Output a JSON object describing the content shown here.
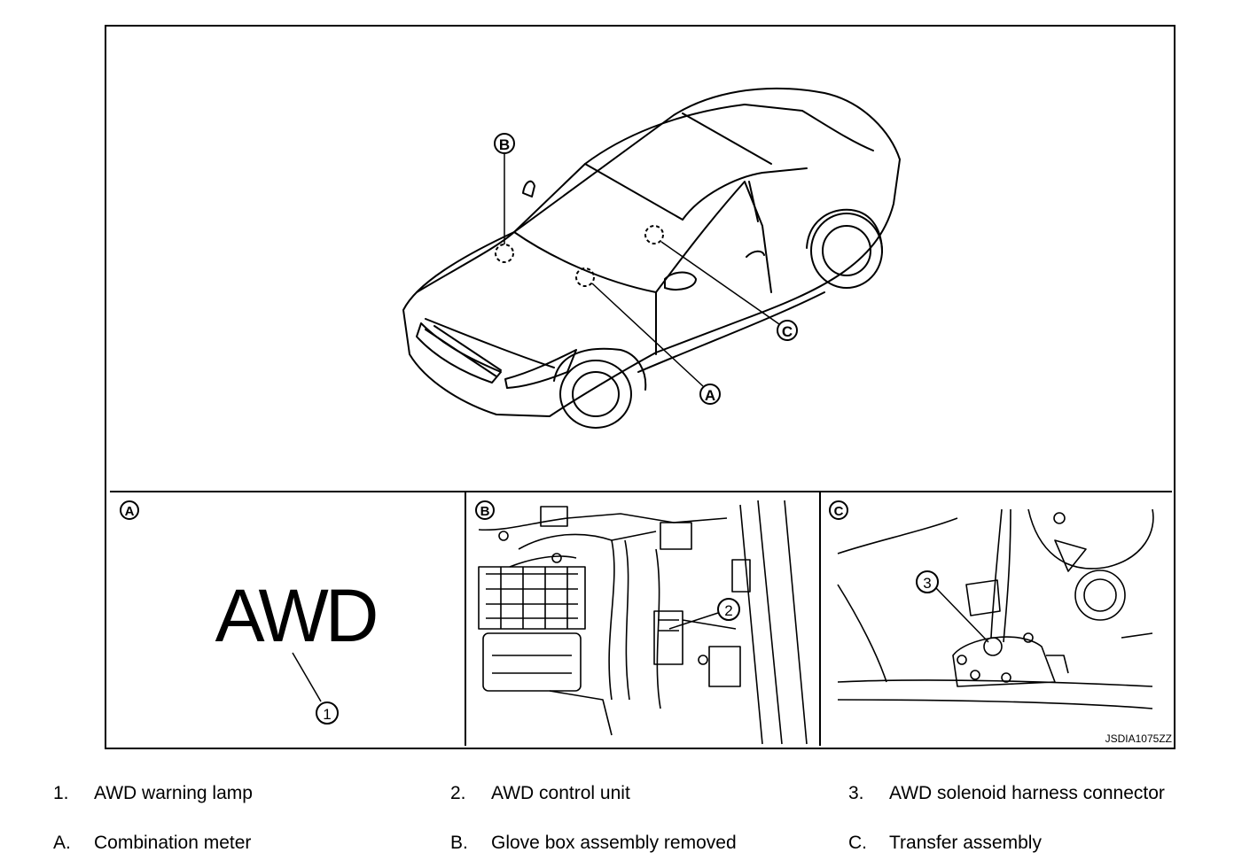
{
  "callouts": {
    "main_A": "A",
    "main_B": "B",
    "main_C": "C",
    "panel_A": "A",
    "panel_B": "B",
    "panel_C": "C",
    "item_1": "1",
    "item_2": "2",
    "item_3": "3"
  },
  "panel_a": {
    "lamp_text": "AWD"
  },
  "figure_id": "JSDIA1075ZZ",
  "legend": [
    {
      "key": "1.",
      "text": "AWD warning lamp"
    },
    {
      "key": "2.",
      "text": "AWD control unit"
    },
    {
      "key": "3.",
      "text": "AWD solenoid harness connector"
    },
    {
      "key": "A.",
      "text": "Combination meter"
    },
    {
      "key": "B.",
      "text": "Glove box assembly removed"
    },
    {
      "key": "C.",
      "text": "Transfer assembly"
    }
  ]
}
